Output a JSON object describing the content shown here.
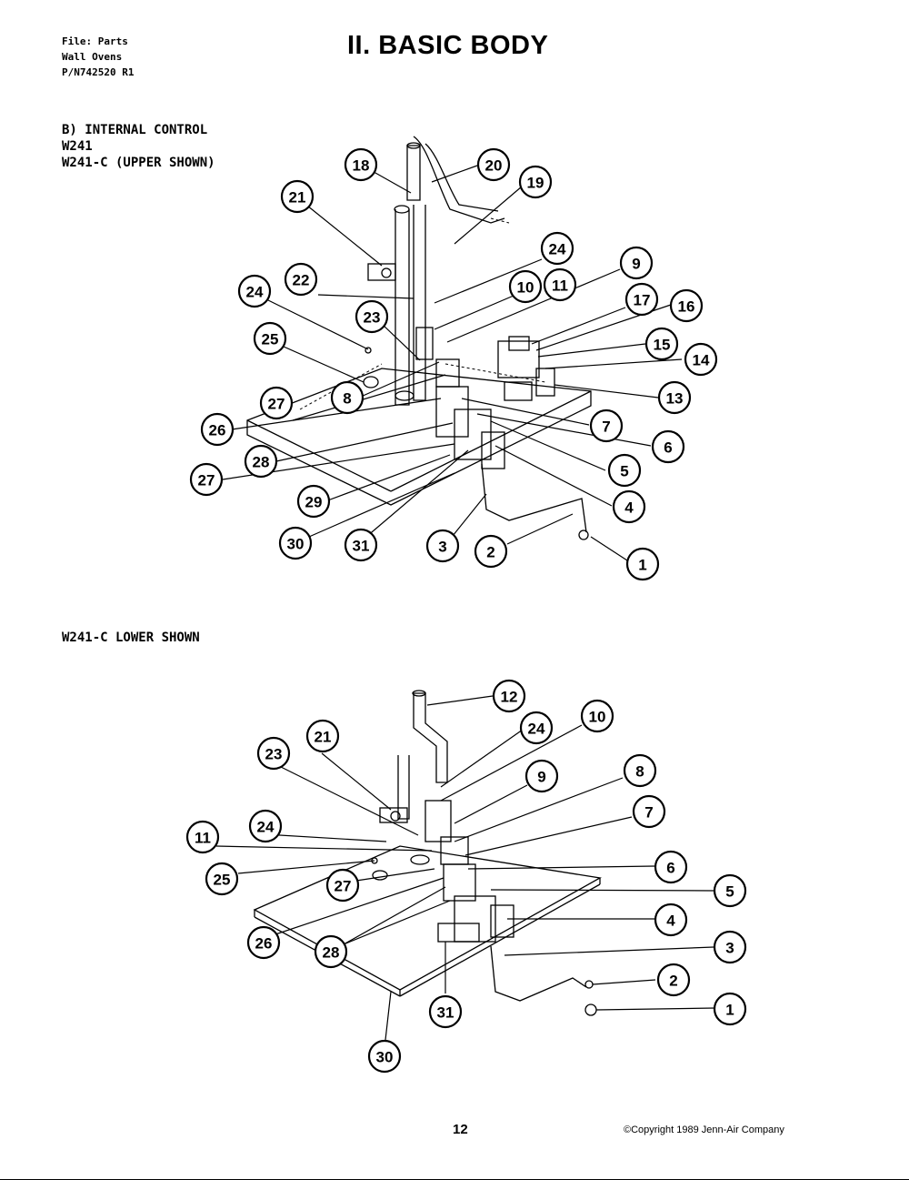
{
  "header": {
    "file_line": "File: Parts",
    "product_line": "Wall Ovens",
    "part_number_line": "P/N742520 R1"
  },
  "page_title": "II. BASIC BODY",
  "upper_section": {
    "line1": "B) INTERNAL CONTROL",
    "line2": "W241",
    "line3": "W241-C (UPPER SHOWN)",
    "callouts": [
      "18",
      "20",
      "19",
      "21",
      "24",
      "9",
      "22",
      "10",
      "11",
      "17",
      "16",
      "24",
      "23",
      "15",
      "14",
      "25",
      "13",
      "27",
      "8",
      "7",
      "26",
      "6",
      "28",
      "5",
      "27",
      "4",
      "29",
      "30",
      "31",
      "3",
      "2",
      "1"
    ]
  },
  "lower_section": {
    "label": "W241-C LOWER SHOWN",
    "callouts": [
      "12",
      "24",
      "10",
      "21",
      "23",
      "9",
      "8",
      "7",
      "11",
      "24",
      "6",
      "25",
      "27",
      "5",
      "4",
      "26",
      "28",
      "3",
      "2",
      "1",
      "31",
      "30"
    ]
  },
  "footer": {
    "page_number": "12",
    "copyright": "©Copyright 1989 Jenn-Air Company"
  }
}
